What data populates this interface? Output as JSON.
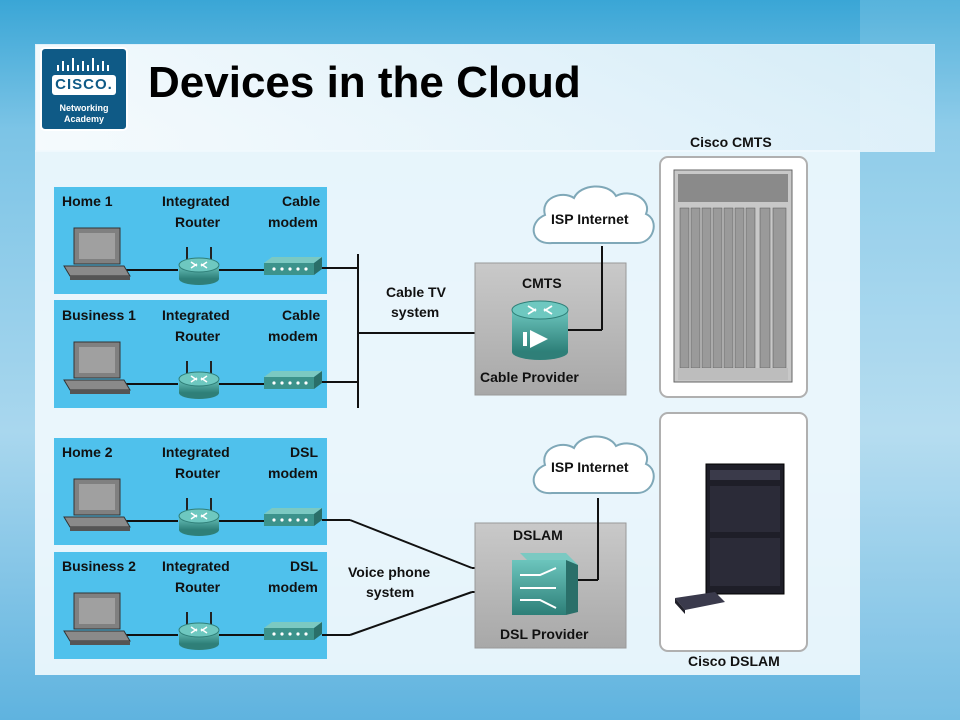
{
  "logo": {
    "word": "CISCO.",
    "line1": "Networking",
    "line2": "Academy"
  },
  "title": "Devices in the Cloud",
  "sites": [
    {
      "name": "Home 1",
      "router_line1": "Integrated",
      "router_line2": "Router",
      "modem_line1": "Cable",
      "modem_line2": "modem"
    },
    {
      "name": "Business 1",
      "router_line1": "Integrated",
      "router_line2": "Router",
      "modem_line1": "Cable",
      "modem_line2": "modem"
    },
    {
      "name": "Home 2",
      "router_line1": "Integrated",
      "router_line2": "Router",
      "modem_line1": "DSL",
      "modem_line2": "modem"
    },
    {
      "name": "Business 2",
      "router_line1": "Integrated",
      "router_line2": "Router",
      "modem_line1": "DSL",
      "modem_line2": "modem"
    }
  ],
  "cable_system": {
    "line1": "Cable TV",
    "line2": "system"
  },
  "voice_system": {
    "line1": "Voice phone",
    "line2": "system"
  },
  "cmts_box": {
    "title": "CMTS",
    "provider": "Cable Provider"
  },
  "dslam_box": {
    "title": "DSLAM",
    "provider": "DSL Provider"
  },
  "clouds": [
    "ISP Internet",
    "ISP Internet"
  ],
  "photos": {
    "cmts_caption": "Cisco CMTS",
    "dslam_caption": "Cisco DSLAM"
  },
  "colors": {
    "panel": "#4fc1ec",
    "provider_box": "#b5b5b5",
    "device": "#3f9a92",
    "brand": "#0f5a86"
  }
}
